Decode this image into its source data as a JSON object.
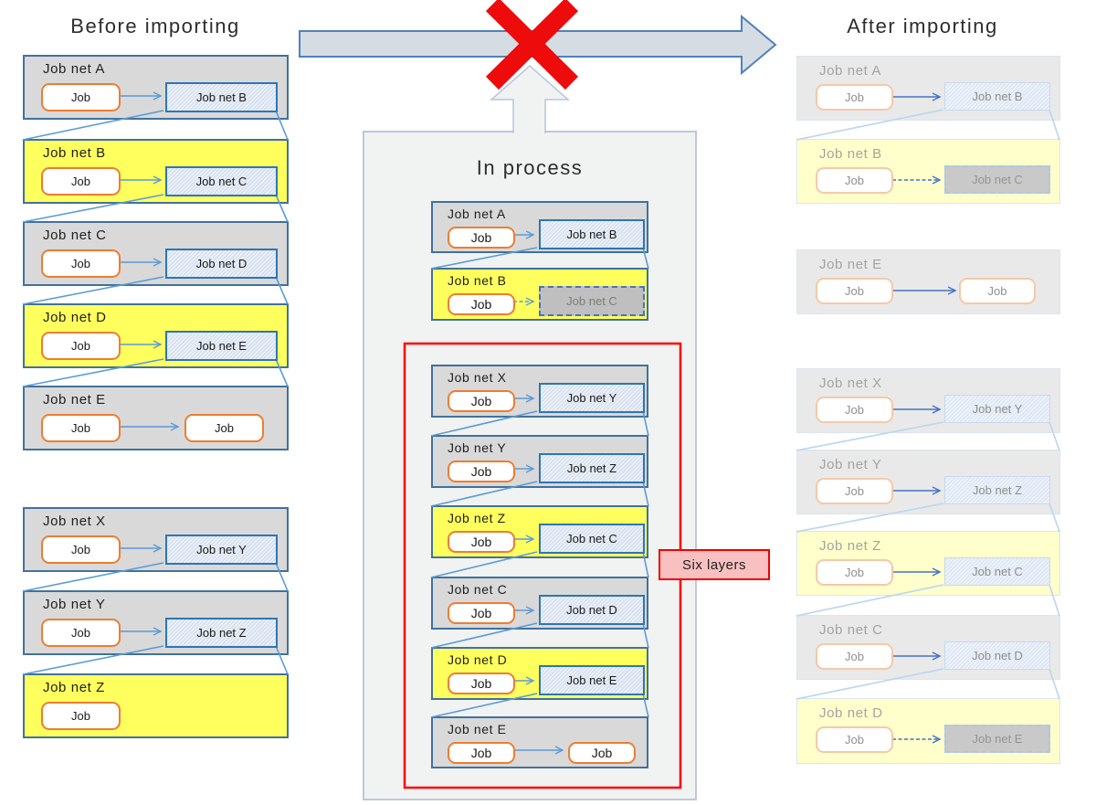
{
  "header": {
    "before_title": "Before importing",
    "in_process_title": "In process",
    "after_title": "After importing"
  },
  "annotation": {
    "six_layers": "Six layers"
  },
  "before": {
    "jobnets": [
      {
        "title": "Job net A",
        "job": "Job",
        "target": "Job net B"
      },
      {
        "title": "Job net B",
        "job": "Job",
        "target": "Job net C"
      },
      {
        "title": "Job net C",
        "job": "Job",
        "target": "Job net D"
      },
      {
        "title": "Job net D",
        "job": "Job",
        "target": "Job net E"
      },
      {
        "title": "Job net E",
        "job": "Job",
        "job2": "Job"
      },
      {
        "title": "Job net X",
        "job": "Job",
        "target": "Job net Y"
      },
      {
        "title": "Job net Y",
        "job": "Job",
        "target": "Job net Z"
      },
      {
        "title": "Job net Z",
        "job": "Job"
      }
    ]
  },
  "in_process": {
    "jobnets": [
      {
        "title": "Job net A",
        "job": "Job",
        "target": "Job net B"
      },
      {
        "title": "Job net B",
        "job": "Job",
        "target": "Job net C"
      },
      {
        "title": "Job net X",
        "job": "Job",
        "target": "Job net Y"
      },
      {
        "title": "Job net Y",
        "job": "Job",
        "target": "Job net Z"
      },
      {
        "title": "Job net Z",
        "job": "Job",
        "target": "Job net C"
      },
      {
        "title": "Job net C",
        "job": "Job",
        "target": "Job net D"
      },
      {
        "title": "Job net D",
        "job": "Job",
        "target": "Job net E"
      },
      {
        "title": "Job net E",
        "job": "Job",
        "job2": "Job"
      }
    ]
  },
  "after": {
    "jobnets": [
      {
        "title": "Job net A",
        "job": "Job",
        "target": "Job net B"
      },
      {
        "title": "Job net B",
        "job": "Job",
        "target": "Job net C"
      },
      {
        "title": "Job net E",
        "job": "Job",
        "job2": "Job"
      },
      {
        "title": "Job net X",
        "job": "Job",
        "target": "Job net Y"
      },
      {
        "title": "Job net Y",
        "job": "Job",
        "target": "Job net Z"
      },
      {
        "title": "Job net Z",
        "job": "Job",
        "target": "Job net C"
      },
      {
        "title": "Job net C",
        "job": "Job",
        "target": "Job net D"
      },
      {
        "title": "Job net D",
        "job": "Job",
        "target": "Job net E"
      }
    ]
  },
  "colors": {
    "container_gray": "#D9D9D9",
    "highlight_yellow": "#FFFF5E",
    "faded_yellow": "#FFFFCC",
    "container_border_blue": "#41719C",
    "job_border_orange": "#ED7D31",
    "net_fill_blue": "#D9E2F0",
    "net_border_blue": "#2E75B6",
    "arrow_light_blue": "#5B9BD5",
    "arrow_blue": "#4472C4",
    "emphasis_red": "#FF0000",
    "six_layers_fill": "#F8C0C0"
  }
}
